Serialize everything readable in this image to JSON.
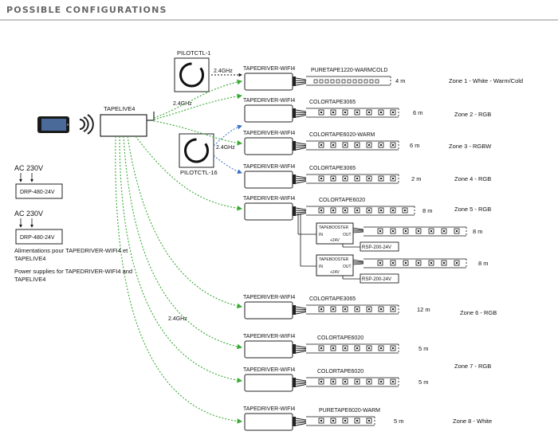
{
  "header": {
    "title": "POSSIBLE CONFIGURATIONS"
  },
  "hub": {
    "label": "TAPELIVE4"
  },
  "link_label": "2.4GHz",
  "remotes": [
    {
      "label": "PILOTCTL-1"
    },
    {
      "label": "PILOTCTL-16"
    }
  ],
  "drivers": {
    "label": "TAPEDRIVER-WIFI4"
  },
  "power": [
    {
      "ac": "AC 230V",
      "model": "DRP-480-24V"
    },
    {
      "ac": "AC 230V",
      "model": "DRP-480-24V"
    }
  ],
  "notes": {
    "fr": "Alimentations pour TAPEDRIVER-WIFI4 et TAPELIVE4",
    "en": "Power supplies for TAPEDRIVER-WIFI4 and TAPELIVE4"
  },
  "booster": {
    "label": "TAPEBOOSTER",
    "in": "IN",
    "out": "OUT",
    "v": "+24V",
    "psu": "RSP-200-24V"
  },
  "rows": [
    {
      "tape": "PURETAPE1220-WARMCOLD",
      "length": "4 m",
      "zone": "Zone 1 - White - Warm/Cold"
    },
    {
      "tape": "COLORTAPE3065",
      "length": "6 m",
      "zone": "Zone 2 - RGB"
    },
    {
      "tape": "COLORTAPE6020-WARM",
      "length": "6 m",
      "zone": "Zone 3 -  RGBW"
    },
    {
      "tape": "COLORTAPE3065",
      "length": "2 m",
      "zone": "Zone 4 - RGB"
    },
    {
      "tape": "COLORTAPE6020",
      "length": "8 m",
      "zone": "Zone 5 - RGB"
    },
    {
      "tape": "COLORTAPE3065",
      "length": "12 m",
      "zone": "Zone 6 - RGB"
    },
    {
      "tape": "COLORTAPE6020",
      "length": "5 m",
      "zone": "Zone 7 - RGB"
    },
    {
      "tape": "COLORTAPE6020",
      "length": "5 m",
      "zone": ""
    },
    {
      "tape": "PURETAPE6020-WARM",
      "length": "5 m",
      "zone": "Zone 8 - White"
    }
  ],
  "boosted_runs": [
    {
      "length": "8 m"
    },
    {
      "length": "8 m"
    }
  ],
  "colors": {
    "green_link": "#3aaa35",
    "blue_link": "#3a6fc4",
    "header": "#666666"
  }
}
